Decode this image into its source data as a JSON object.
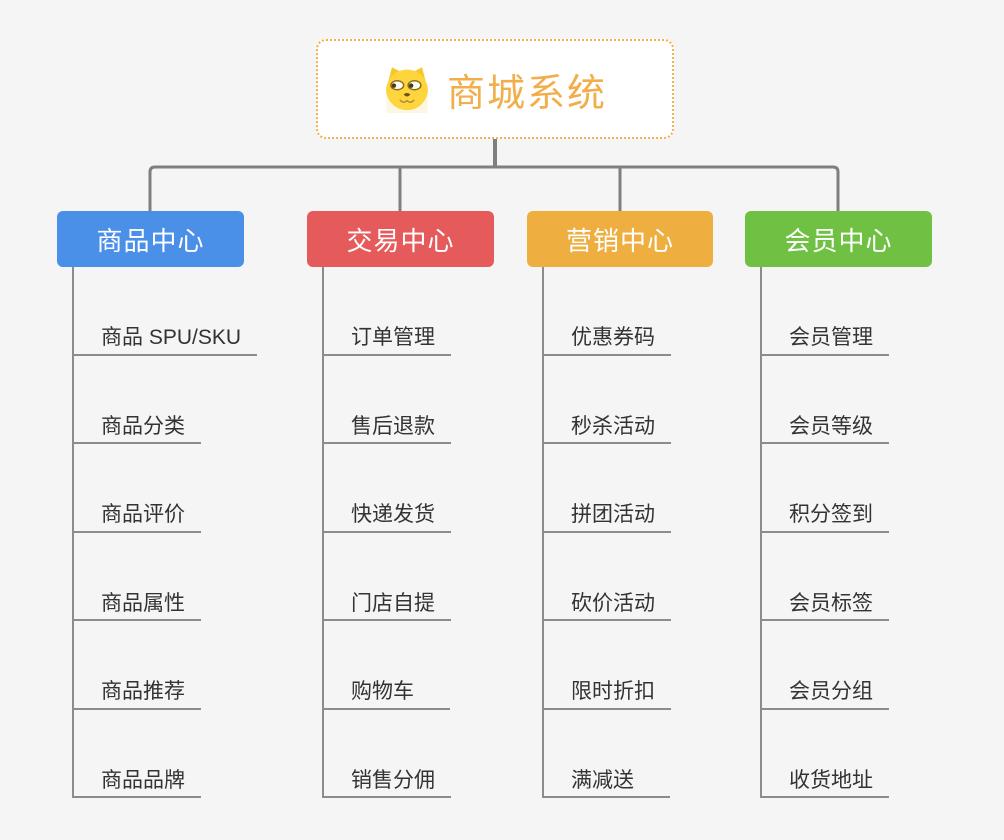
{
  "canvas": {
    "background": "#f5f5f6"
  },
  "root": {
    "title": "商城系统",
    "icon": "dog-face-icon",
    "title_color": "#f2ae4a",
    "border_color": "#f5b04c"
  },
  "connector_color": "#7f7f7f",
  "line_color": "#8c8c8c",
  "branches": [
    {
      "label": "商品中心",
      "color": "#4a8fe8",
      "items": [
        "商品 SPU/SKU",
        "商品分类",
        "商品评价",
        "商品属性",
        "商品推荐",
        "商品品牌"
      ]
    },
    {
      "label": "交易中心",
      "color": "#e55b5c",
      "items": [
        "订单管理",
        "售后退款",
        "快递发货",
        "门店自提",
        "购物车",
        "销售分佣"
      ]
    },
    {
      "label": "营销中心",
      "color": "#eeaf40",
      "items": [
        "优惠券码",
        "秒杀活动",
        "拼团活动",
        "砍价活动",
        "限时折扣",
        "满减送"
      ]
    },
    {
      "label": "会员中心",
      "color": "#6fc043",
      "items": [
        "会员管理",
        "会员等级",
        "积分签到",
        "会员标签",
        "会员分组",
        "收货地址"
      ]
    }
  ]
}
